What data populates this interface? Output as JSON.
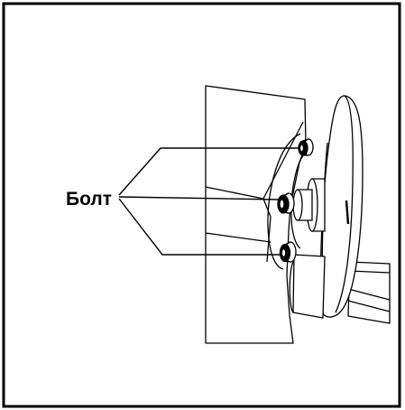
{
  "diagram": {
    "callout_label": "Болт",
    "line_color": "#000000",
    "background_color": "#ffffff",
    "parts": [
      "bolt-top",
      "bolt-middle",
      "bolt-bottom",
      "monitor-back",
      "stand-arm",
      "wall-mount"
    ]
  }
}
